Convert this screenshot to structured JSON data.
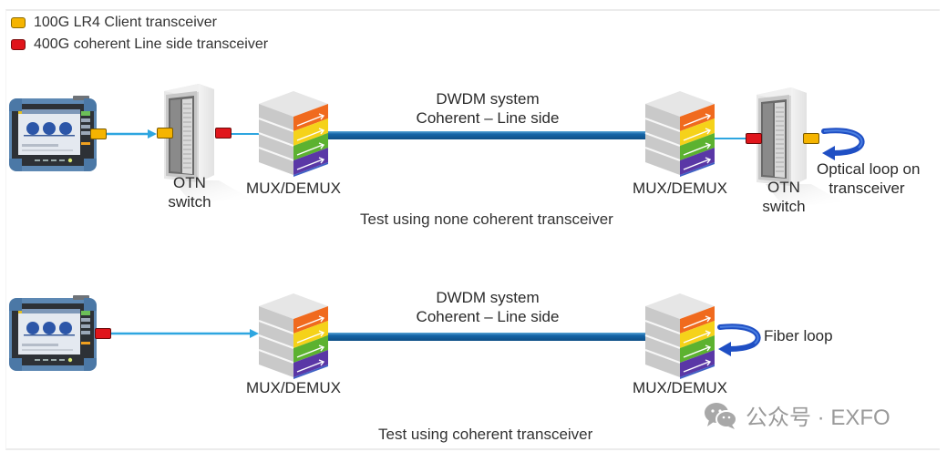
{
  "legend": [
    {
      "label": "100G LR4 Client transceiver",
      "color": "#f5b400",
      "border": "#8a6a00"
    },
    {
      "label": "400G coherent Line side transceiver",
      "color": "#e0151b",
      "border": "#7a0c0c"
    }
  ],
  "colors": {
    "client_transceiver": "#f5b400",
    "line_transceiver": "#e0151b",
    "client_fiber": "#2ea6e0",
    "dwdm_link": "#1565a8",
    "loop_arrow": "#1f4fc4",
    "mux_stripes": [
      "#f06a1e",
      "#f5d21a",
      "#5cb230",
      "#5a37a6"
    ]
  },
  "top_scenario": {
    "dwdm_title": "DWDM system",
    "dwdm_subtitle": "Coherent – Line side",
    "otn_left_label_line1": "OTN",
    "otn_left_label_line2": "switch",
    "mux_left_label": "MUX/DEMUX",
    "mux_right_label": "MUX/DEMUX",
    "otn_right_label_line1": "OTN",
    "otn_right_label_line2": "switch",
    "loop_label_line1": "Optical loop on",
    "loop_label_line2": "transceiver",
    "caption": "Test using none coherent transceiver"
  },
  "bottom_scenario": {
    "dwdm_title": "DWDM system",
    "dwdm_subtitle": "Coherent – Line side",
    "mux_left_label": "MUX/DEMUX",
    "mux_right_label": "MUX/DEMUX",
    "loop_label": "Fiber loop",
    "caption": "Test using coherent transceiver"
  },
  "watermark": {
    "icon": "wechat-icon",
    "text": "公众号 · EXFO"
  }
}
